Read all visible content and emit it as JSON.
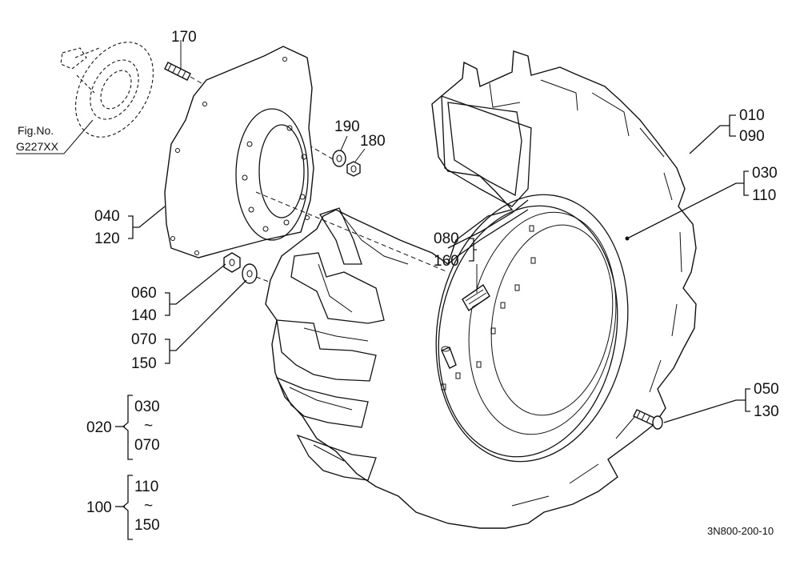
{
  "labels": {
    "p170": "170",
    "p190": "190",
    "p180": "180",
    "p010": "010",
    "p090": "090",
    "p030a": "030",
    "p110a": "110",
    "p040": "040",
    "p120": "120",
    "p080": "080",
    "p160": "160",
    "p060": "060",
    "p140": "140",
    "p070a": "070",
    "p150a": "150",
    "p050": "050",
    "p130": "130"
  },
  "groups": {
    "g020": {
      "label": "020",
      "from": "030",
      "tilde": "~",
      "to": "070"
    },
    "g100": {
      "label": "100",
      "from": "110",
      "tilde": "~",
      "to": "150"
    }
  },
  "figure_ref": {
    "title": "Fig.No.",
    "code": "G227XX"
  },
  "drawing_code": "3N800-200-10"
}
